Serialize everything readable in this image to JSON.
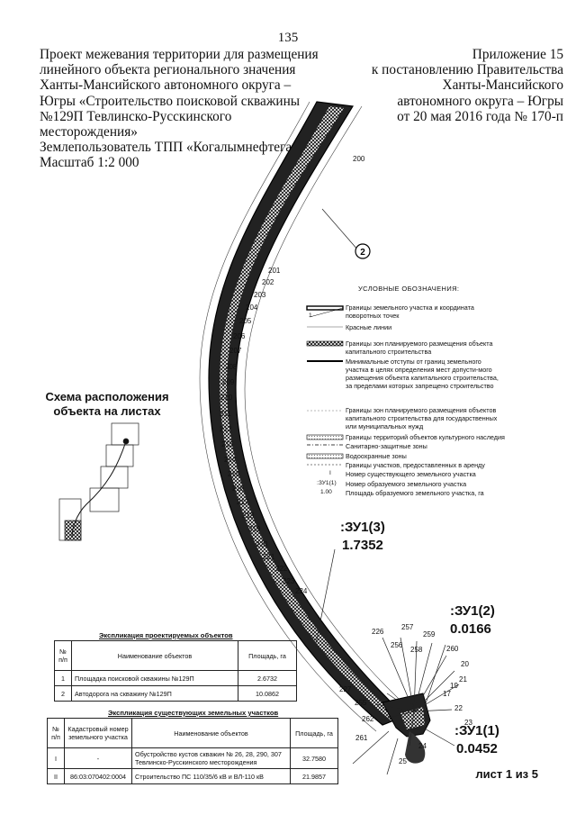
{
  "page_number": "135",
  "header_left": {
    "lines": [
      "Проект межевания территории для размещения",
      "линейного объекта регионального значения",
      "Ханты-Мансийского автономного округа –",
      "Югры  «Строительство поисковой скважины",
      "№129П Тевлинско-Русскинского",
      "месторождения»",
      "Землепользователь ТПП «Когалымнефтегаз»",
      "Масштаб 1:2 000"
    ]
  },
  "header_right": {
    "lines": [
      "Приложение 15",
      "к постановлению Правительства",
      "Ханты-Мансийского",
      "автономного округа – Югры",
      "от 20 мая 2016 года № 170-п"
    ]
  },
  "schema": {
    "title_line1": "Схема расположения",
    "title_line2": "объекта на листах"
  },
  "legend": {
    "title": "УСЛОВНЫЕ ОБОЗНАЧЕНИЯ:",
    "items": [
      {
        "symbol_label": "1",
        "text": "Границы земельного участка и координата поворотных точек"
      },
      {
        "symbol_label": "",
        "text": "Красные линии"
      },
      {
        "symbol_label": "",
        "text": "Границы зон планируемого размещения объекта капитального строительства"
      },
      {
        "symbol_label": "",
        "text": "Минимальные отступы от границ земельного участка в целях определения мест допусти-мого размещения объекта капитального строительства, за пределами которых запрещено строительство"
      },
      {
        "symbol_label": "",
        "text": "Границы зон планируемого размещения объектов капитального строительства для государственных или муниципальных нужд"
      },
      {
        "symbol_label": "",
        "text": "Границы территорий объектов культурного наследия"
      },
      {
        "symbol_label": "",
        "text": "Санитарно-защитные зоны"
      },
      {
        "symbol_label": "",
        "text": "Водоохранные зоны"
      },
      {
        "symbol_label": "",
        "text": "Границы участков, предоставленных в аренду"
      },
      {
        "symbol_label": "I",
        "text": "Номер существующего земельного участка"
      },
      {
        "symbol_label": ":ЗУ1(1)",
        "text": "Номер образуемого земельного участка"
      },
      {
        "symbol_label": "1.00",
        "text": "Площадь образуемого земельного участка, га"
      }
    ]
  },
  "plots": [
    {
      "id": ":ЗУ1(3)",
      "area": "1.7352"
    },
    {
      "id": ":ЗУ1(2)",
      "area": "0.0166"
    },
    {
      "id": ":ЗУ1(1)",
      "area": "0.0452"
    }
  ],
  "circle_marker": "2",
  "points": {
    "right": [
      "200",
      "201",
      "202",
      "203",
      "204",
      "205",
      "206",
      "207",
      "208",
      "209",
      "210",
      "211",
      "212",
      "213",
      "214",
      "215",
      "216",
      "217",
      "218",
      "219",
      "220",
      "221",
      "222",
      "223",
      "224"
    ],
    "cluster": [
      "226",
      "257",
      "256",
      "258",
      "259",
      "260",
      "20",
      "21",
      "22",
      "23",
      "24",
      "25",
      "261",
      "262",
      "255",
      "227",
      "17",
      "19"
    ]
  },
  "table1": {
    "title": "Экспликация проектируемых объектов",
    "headers": [
      "№ п/п",
      "Наименование объектов",
      "Площадь, га"
    ],
    "rows": [
      [
        "1",
        "Площадка поисковой скважины №129П",
        "2.6732"
      ],
      [
        "2",
        "Автодорога на скважину №129П",
        "10.0862"
      ]
    ]
  },
  "table2": {
    "title": "Экспликация существующих земельных участков",
    "headers": [
      "№ п/п",
      "Кадастровый номер земельного участка",
      "Наименование объектов",
      "Площадь, га"
    ],
    "rows": [
      [
        "I",
        "-",
        "Обустройство кустов скважин № 26, 28, 290, 307 Тевлинско-Русскинского месторождения",
        "32.7580"
      ],
      [
        "II",
        "86:03:070402:0004",
        "Строительство ПС 110/35/6 кВ и ВЛ-110 кВ",
        "21.9857"
      ]
    ]
  },
  "sheet_label": "лист 1 из 5"
}
